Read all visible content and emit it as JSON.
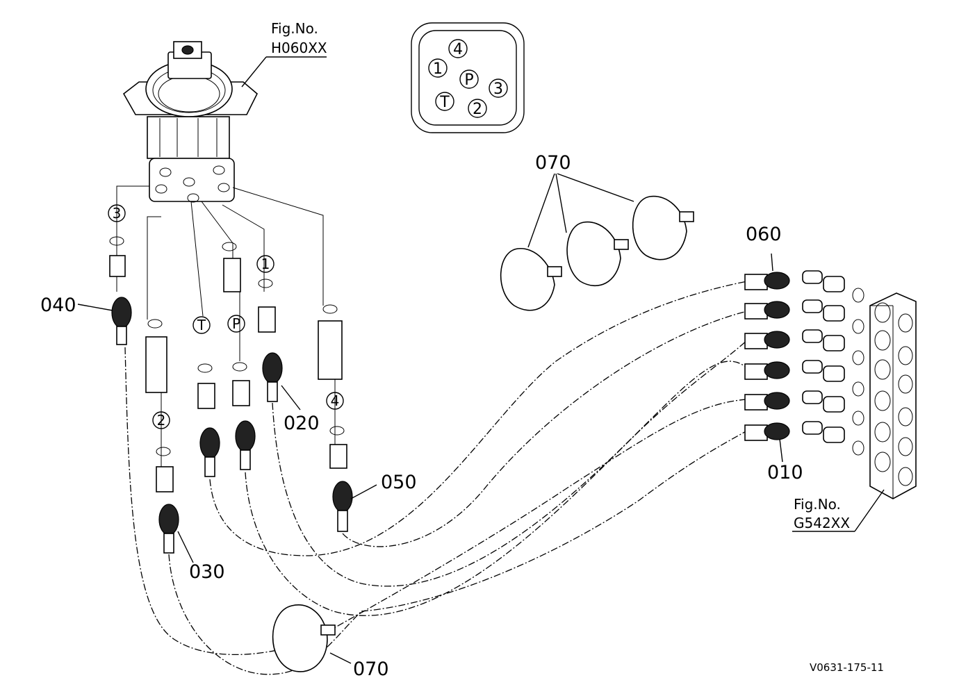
{
  "figure_refs": {
    "valve": {
      "caption": "Fig.No.",
      "code": "H060XX"
    },
    "block": {
      "caption": "Fig.No.",
      "code": "G542XX"
    }
  },
  "part_labels": {
    "p010": "010",
    "p020": "020",
    "p030": "030",
    "p040": "040",
    "p050": "050",
    "p060": "060",
    "p070_top": "070",
    "p070_bottom": "070"
  },
  "port_inset": [
    "4",
    "1",
    "P",
    "3",
    "T",
    "2"
  ],
  "line_markers": {
    "m3": "3",
    "m2": "2",
    "mT": "T",
    "mP": "P",
    "m1": "1",
    "m4": "4"
  },
  "drawing_code": "V0631-175-11"
}
